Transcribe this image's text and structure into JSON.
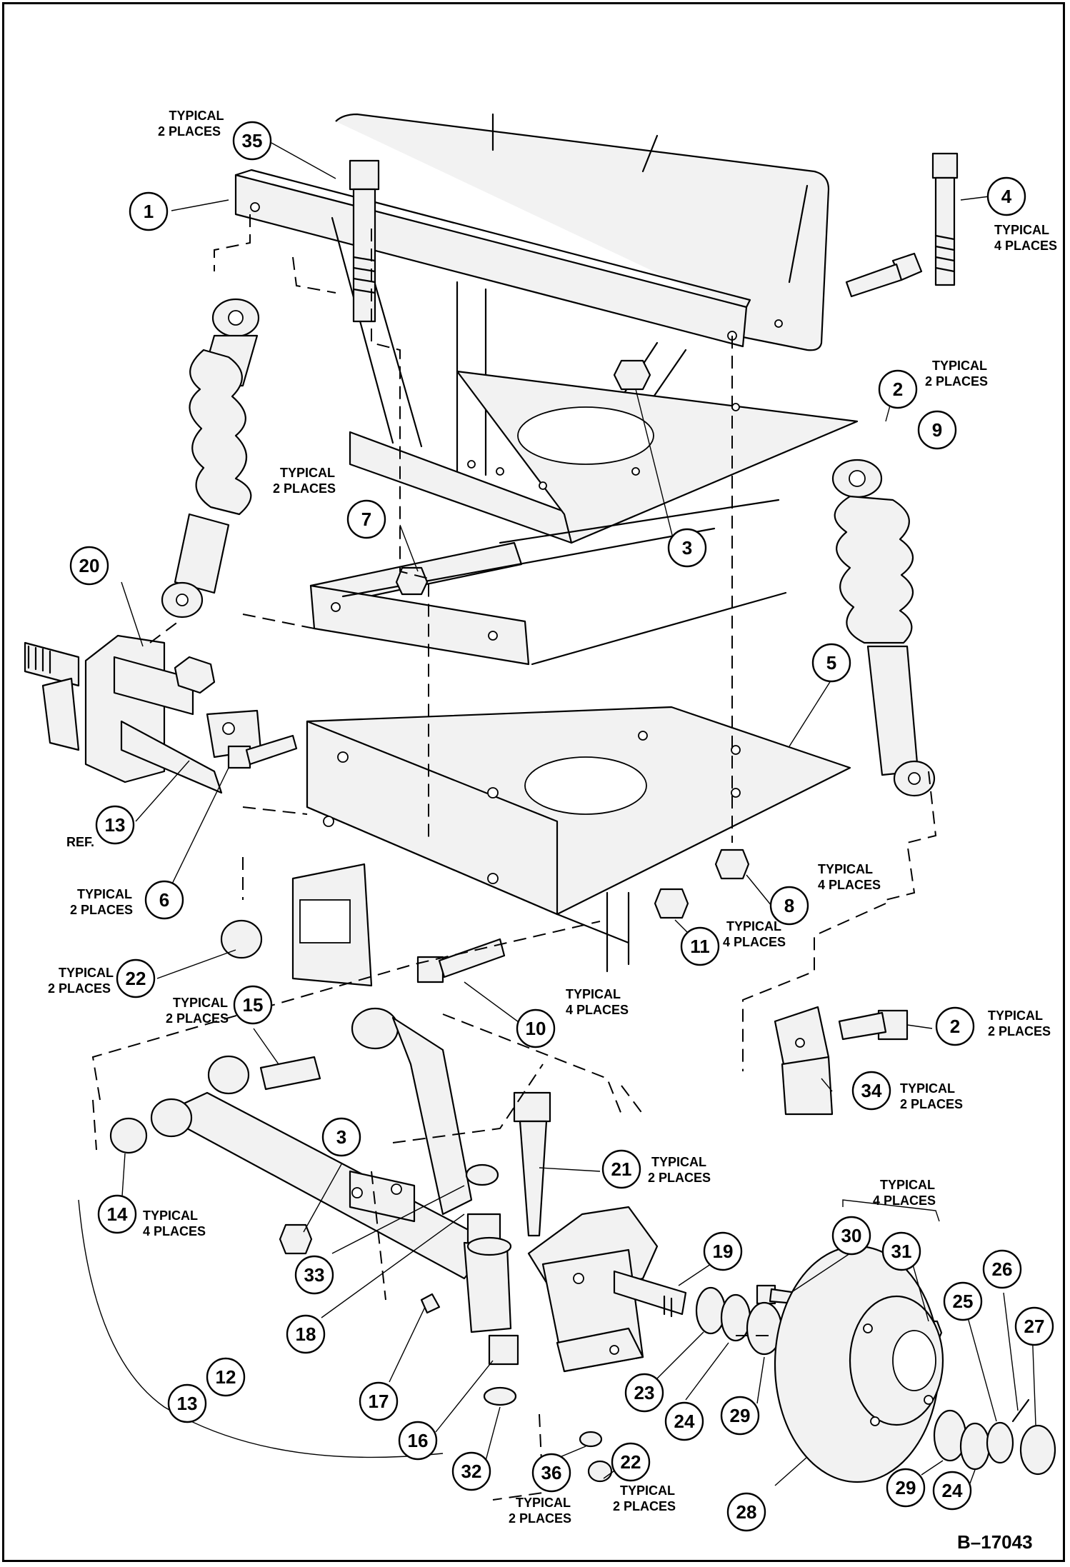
{
  "figure_id": "B–17043",
  "ref_label": "REF.",
  "callouts": [
    {
      "id": "c35",
      "label": "35"
    },
    {
      "id": "c1",
      "label": "1"
    },
    {
      "id": "c4",
      "label": "4"
    },
    {
      "id": "c2a",
      "label": "2"
    },
    {
      "id": "c9",
      "label": "9"
    },
    {
      "id": "c3a",
      "label": "3"
    },
    {
      "id": "c7",
      "label": "7"
    },
    {
      "id": "c20",
      "label": "20"
    },
    {
      "id": "c5",
      "label": "5"
    },
    {
      "id": "c13a",
      "label": "13"
    },
    {
      "id": "c6",
      "label": "6"
    },
    {
      "id": "c8",
      "label": "8"
    },
    {
      "id": "c11",
      "label": "11"
    },
    {
      "id": "c22a",
      "label": "22"
    },
    {
      "id": "c15",
      "label": "15"
    },
    {
      "id": "c10",
      "label": "10"
    },
    {
      "id": "c2b",
      "label": "2"
    },
    {
      "id": "c34",
      "label": "34"
    },
    {
      "id": "c3b",
      "label": "3"
    },
    {
      "id": "c14",
      "label": "14"
    },
    {
      "id": "c21",
      "label": "21"
    },
    {
      "id": "c33",
      "label": "33"
    },
    {
      "id": "c19",
      "label": "19"
    },
    {
      "id": "c30",
      "label": "30"
    },
    {
      "id": "c31",
      "label": "31"
    },
    {
      "id": "c26",
      "label": "26"
    },
    {
      "id": "c27",
      "label": "27"
    },
    {
      "id": "c25",
      "label": "25"
    },
    {
      "id": "c18",
      "label": "18"
    },
    {
      "id": "c17",
      "label": "17"
    },
    {
      "id": "c12",
      "label": "12"
    },
    {
      "id": "c13b",
      "label": "13"
    },
    {
      "id": "c16",
      "label": "16"
    },
    {
      "id": "c23",
      "label": "23"
    },
    {
      "id": "c24a",
      "label": "24"
    },
    {
      "id": "c29a",
      "label": "29"
    },
    {
      "id": "c32",
      "label": "32"
    },
    {
      "id": "c36",
      "label": "36"
    },
    {
      "id": "c22b",
      "label": "22"
    },
    {
      "id": "c28",
      "label": "28"
    },
    {
      "id": "c29b",
      "label": "29"
    },
    {
      "id": "c24b",
      "label": "24"
    }
  ],
  "notes": [
    {
      "id": "n35",
      "line1": "TYPICAL",
      "line2": "2 PLACES"
    },
    {
      "id": "n4",
      "line1": "TYPICAL",
      "line2": "4 PLACES"
    },
    {
      "id": "n2a",
      "line1": "TYPICAL",
      "line2": "2 PLACES"
    },
    {
      "id": "nshock",
      "line1": "TYPICAL",
      "line2": "2 PLACES"
    },
    {
      "id": "n8",
      "line1": "TYPICAL",
      "line2": "4 PLACES"
    },
    {
      "id": "n11",
      "line1": "TYPICAL",
      "line2": "4 PLACES"
    },
    {
      "id": "n6",
      "line1": "TYPICAL",
      "line2": "2 PLACES"
    },
    {
      "id": "n22a",
      "line1": "TYPICAL",
      "line2": "2 PLACES"
    },
    {
      "id": "n15",
      "line1": "TYPICAL",
      "line2": "2 PLACES"
    },
    {
      "id": "n10",
      "line1": "TYPICAL",
      "line2": "4 PLACES"
    },
    {
      "id": "n2b",
      "line1": "TYPICAL",
      "line2": "2 PLACES"
    },
    {
      "id": "n34",
      "line1": "TYPICAL",
      "line2": "2 PLACES"
    },
    {
      "id": "n14",
      "line1": "TYPICAL",
      "line2": "4 PLACES"
    },
    {
      "id": "n21",
      "line1": "TYPICAL",
      "line2": "2 PLACES"
    },
    {
      "id": "nhub",
      "line1": "TYPICAL",
      "line2": "4 PLACES"
    },
    {
      "id": "n36",
      "line1": "TYPICAL",
      "line2": "2 PLACES"
    },
    {
      "id": "n22b",
      "line1": "TYPICAL",
      "line2": "2 PLACES"
    }
  ]
}
